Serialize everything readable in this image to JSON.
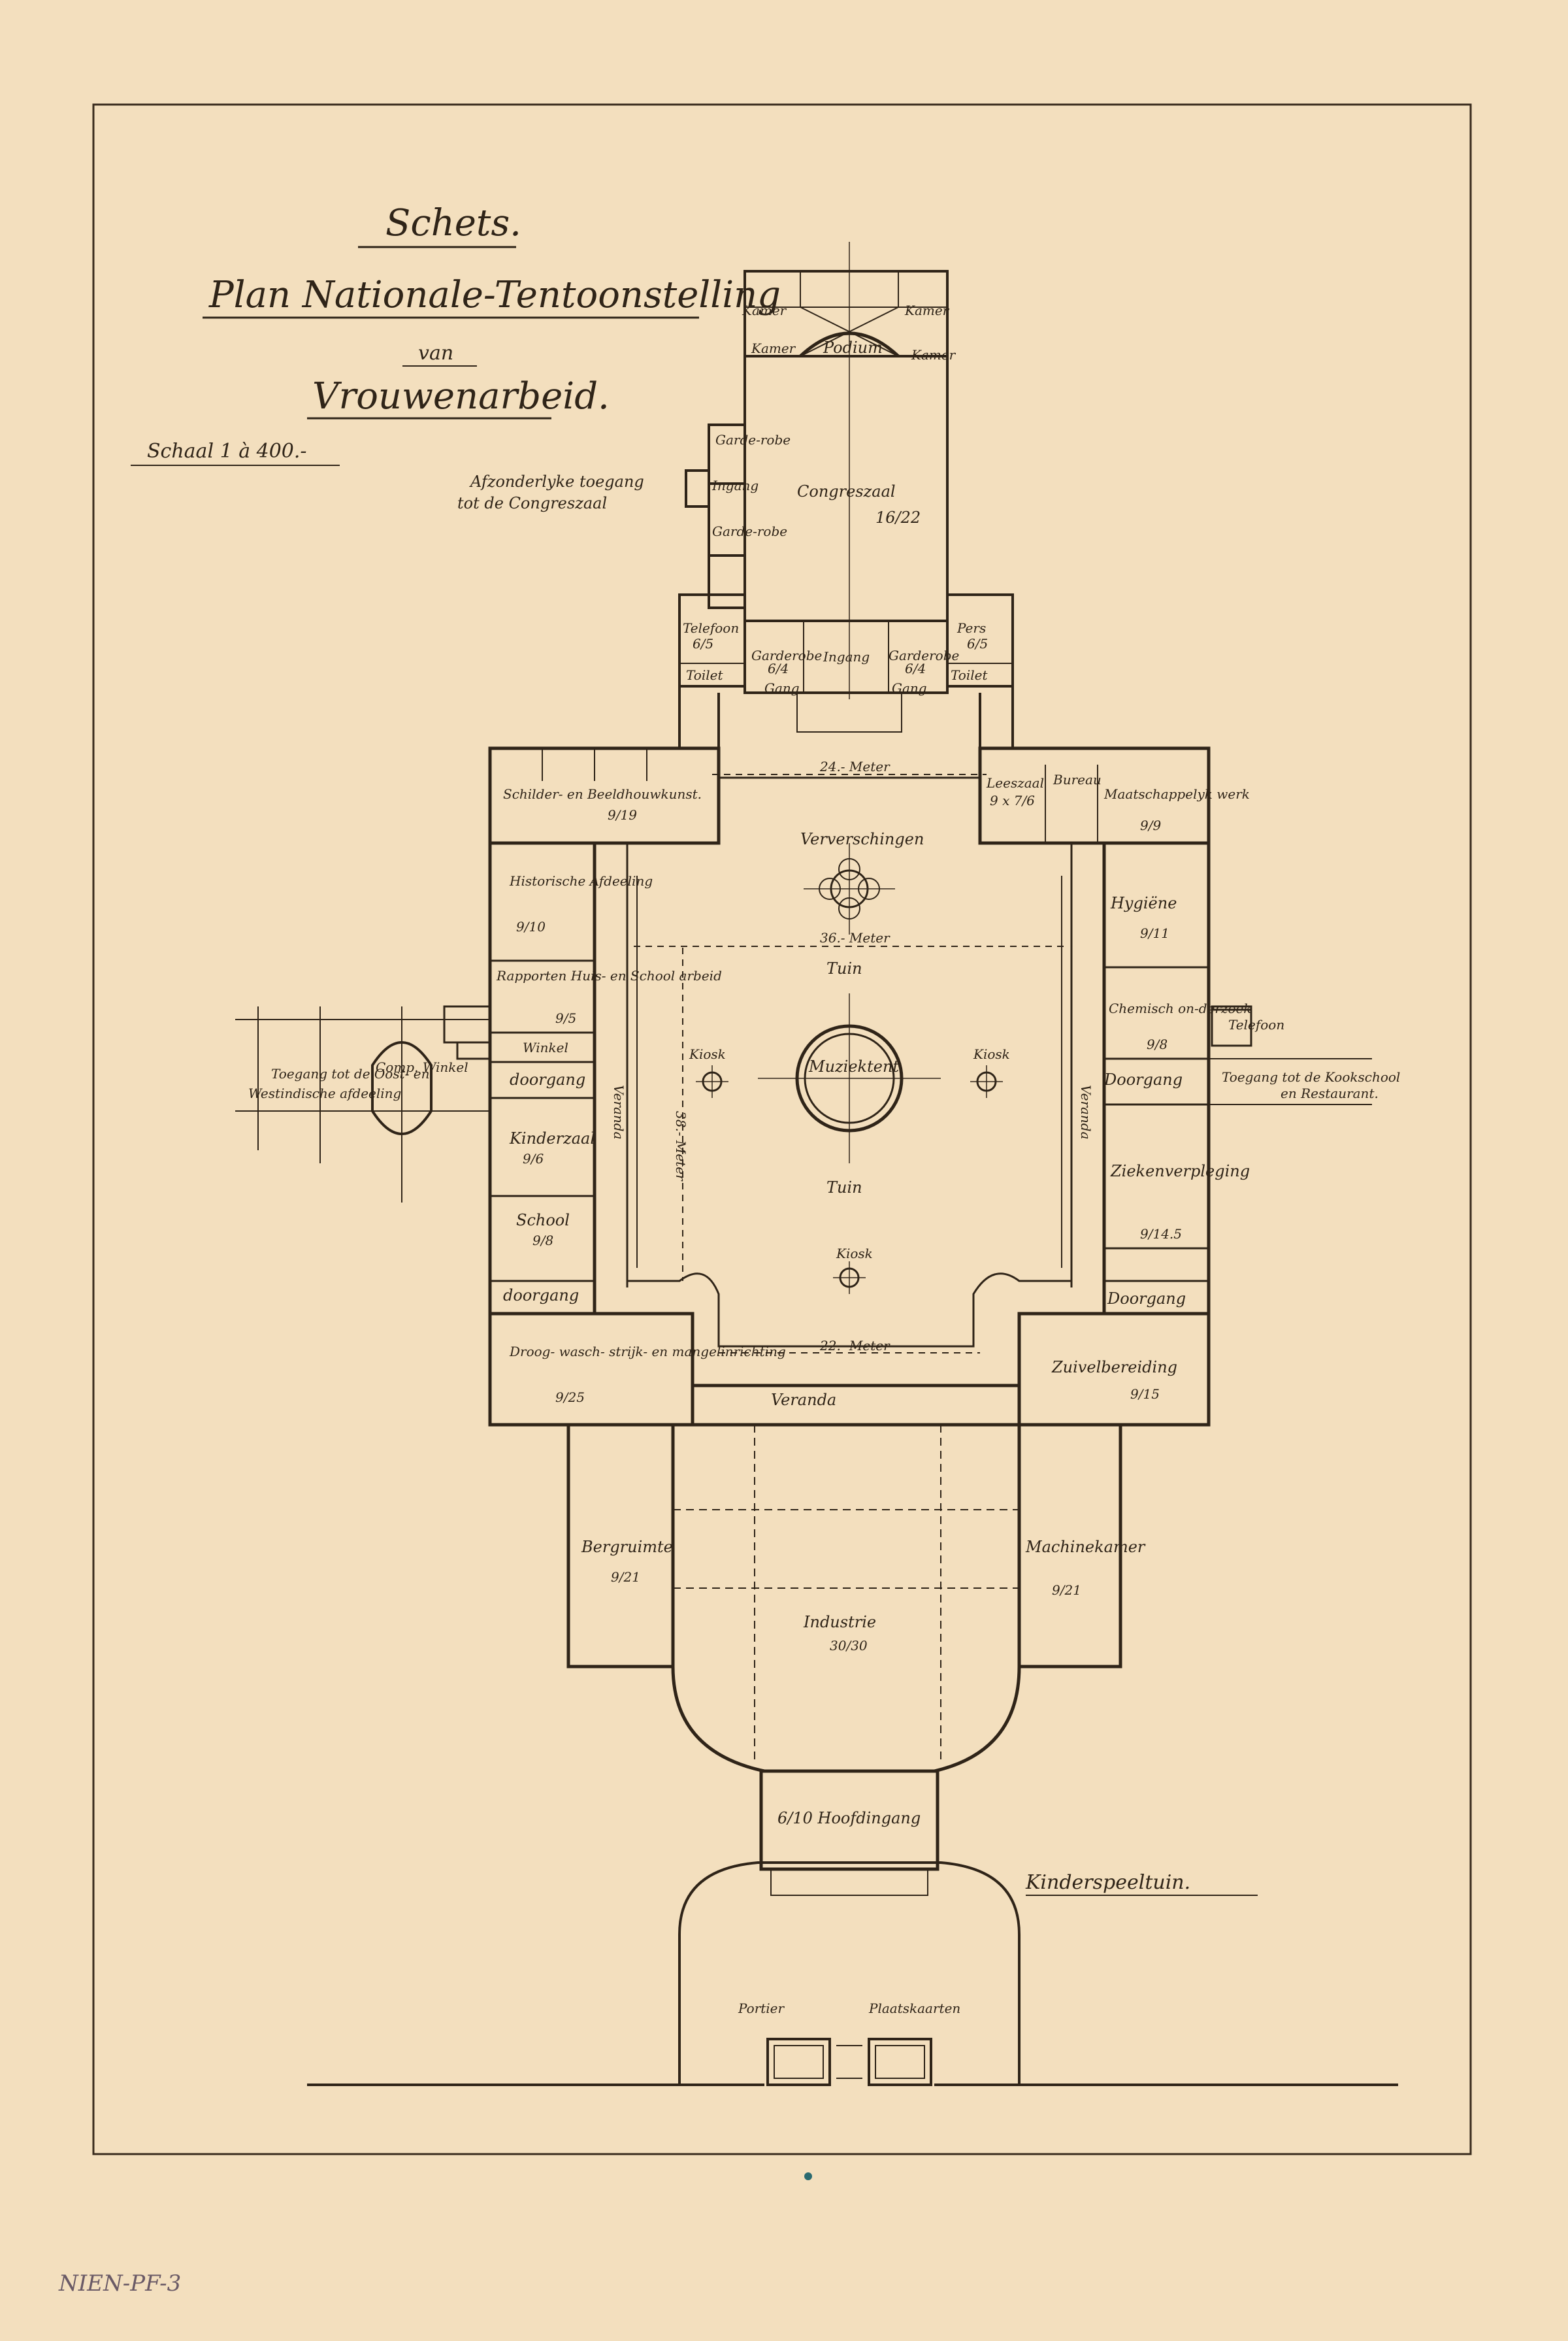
{
  "title": {
    "line1": "Schets.",
    "line2": "Plan Nationale-Tentoonstelling",
    "line3": "van",
    "line4": "Vrouwenarbeid.",
    "scale": "Schaal 1 à 400.-"
  },
  "notes": {
    "separate_entrance_1": "Afzonderlyke toegang",
    "separate_entrance_2": "tot de Congreszaal",
    "west_access_1": "Toegang tot de Oost- en",
    "west_access_2": "Westindische afdeeling",
    "east_access": "Toegang tot de Kookschool",
    "east_access_2": "en Restaurant.",
    "childrens_garden": "Kinderspeeltuin."
  },
  "rooms": {
    "kamer_tl": "Kamer",
    "kamer_tr": "Kamer",
    "kamer_ml": "Kamer",
    "kamer_mr": "Kamer",
    "podium": "Podium",
    "garderobe_1": "Garde-robe",
    "ingang_w": "Ingang",
    "garderobe_2": "Garde-robe",
    "congreszaal": "Congreszaal",
    "congreszaal_size": "16/22",
    "telefoon": "Telefoon",
    "telefoon_size": "6/5",
    "pers": "Pers",
    "pers_size": "6/5",
    "garderobe_l": "Garderobe",
    "garderobe_l_size": "6/4",
    "ingang_c": "Ingang",
    "garderobe_r": "Garderobe",
    "garderobe_r_size": "6/4",
    "toilet_l": "Toilet",
    "toilet_r": "Toilet",
    "gang_l": "Gang",
    "gang_r": "Gang",
    "schilder": "Schilder- en Beeldhouwkunst.",
    "schilder_size": "9/19",
    "leeszaal": "Leeszaal",
    "leeszaal_size": "9 x 7/6",
    "bureau": "Bureau",
    "maatschappelijk": "Maatschappelyk werk",
    "maatschappelijk_size": "9/9",
    "historische": "Historische Afdeeling",
    "historische_size": "9/10",
    "rapporten": "Rapporten Huis- en School arbeid",
    "rapporten_size": "9/5",
    "winkel": "Winkel",
    "doorgang_w": "doorgang",
    "kinderzaal": "Kinderzaal",
    "kinderzaal_size": "9/6",
    "school": "School",
    "school_size": "9/8",
    "doorgang_sw": "doorgang",
    "droog": "Droog- wasch- strijk- en mangelinrichting",
    "droog_size": "9/25",
    "hygiene": "Hygiëne",
    "hygiene_size": "9/11",
    "chemisch": "Chemisch on-derzoek",
    "chemisch_size": "9/8",
    "telefoon_e": "Telefoon",
    "doorgang_e": "Doorgang",
    "ziekenverpleging": "Ziekenverpleging",
    "ziekenverpleging_size": "9/14.5",
    "doorgang_se": "Doorgang",
    "zuivel": "Zuivelbereiding",
    "zuivel_size": "9/15",
    "ververschingen": "Ververschingen",
    "tuin_n": "Tuin",
    "tuin_s": "Tuin",
    "muziektent": "Muziektent",
    "kiosk_w": "Kiosk",
    "kiosk_e": "Kiosk",
    "kiosk_s": "Kiosk",
    "veranda_w": "Veranda",
    "veranda_e": "Veranda",
    "veranda_s": "Veranda",
    "bergruimte": "Bergruimte",
    "bergruimte_size": "9/21",
    "machinekamer": "Machinekamer",
    "machinekamer_size": "9/21",
    "industrie": "Industrie",
    "industrie_size": "30/30",
    "hoofdingang": "6/10 Hoofdingang",
    "portier": "Portier",
    "plaatskaarten": "Plaatskaarten"
  },
  "dimensions": {
    "top": "24.- Meter",
    "middle": "36.- Meter",
    "bottom": "22.- Meter",
    "vertical": "38.- Meter"
  },
  "margin_mark": "NIEN-PF-3"
}
